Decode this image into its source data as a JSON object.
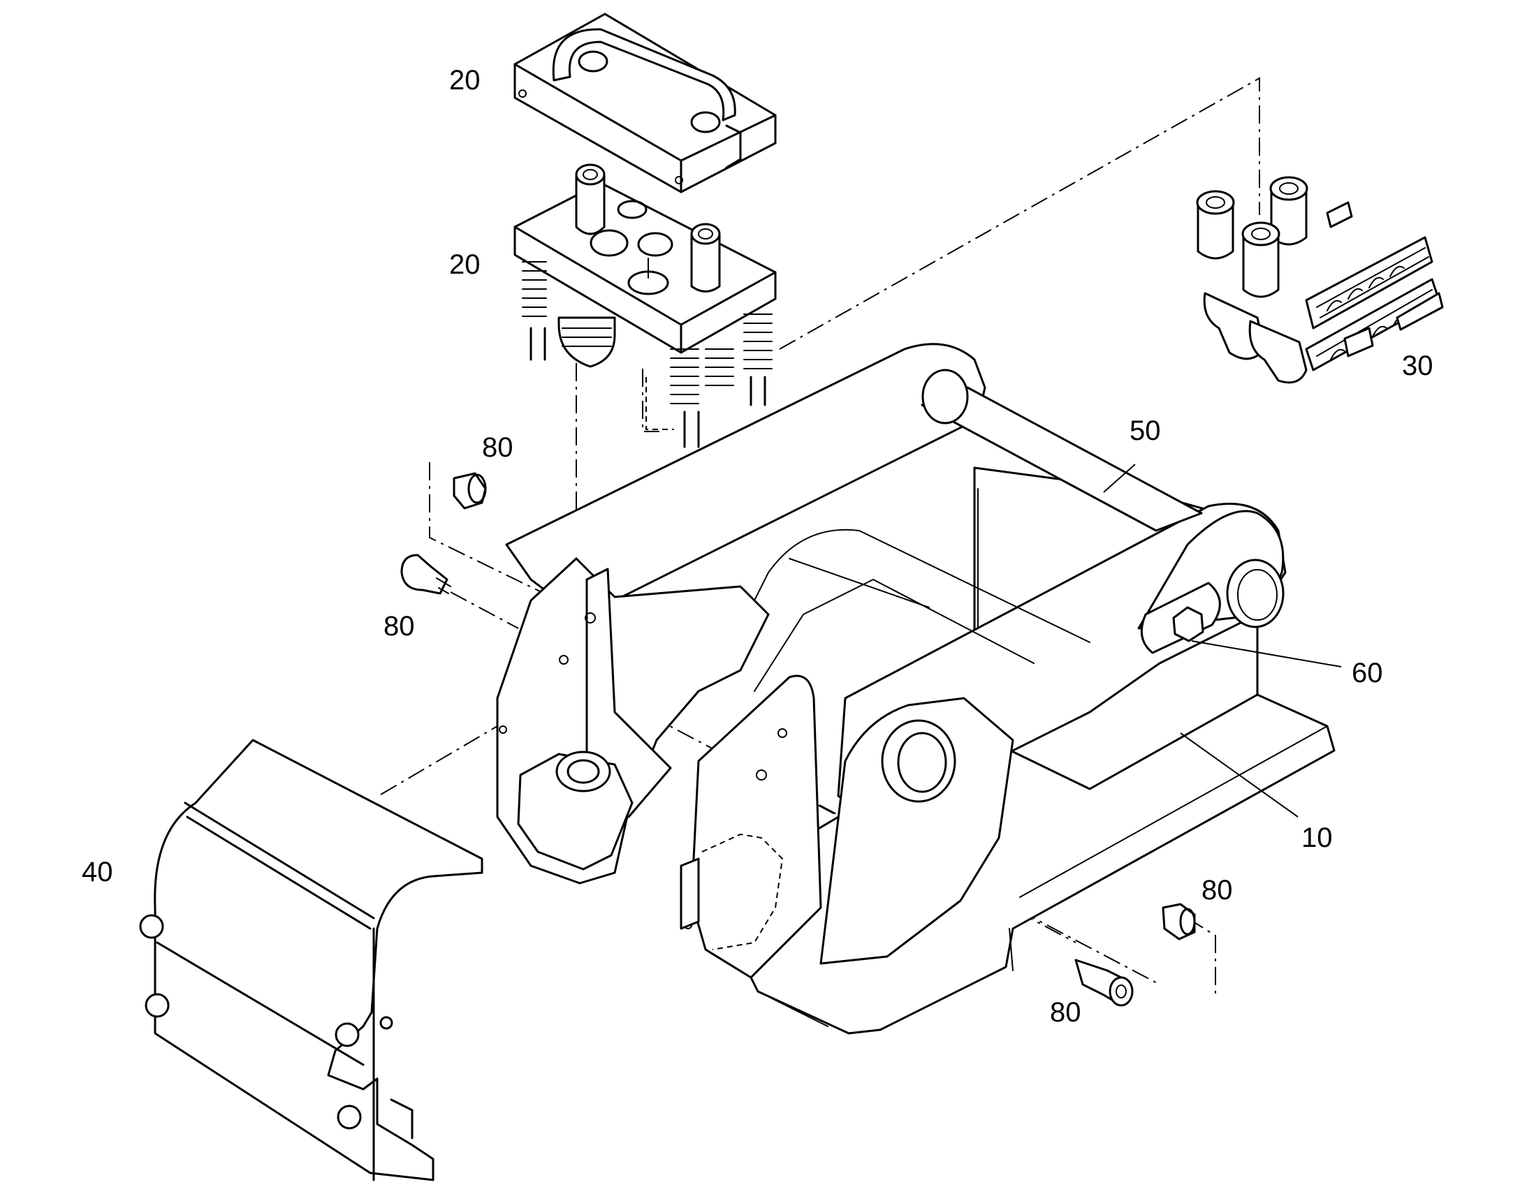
{
  "labels": {
    "l20_top": "20",
    "l20_mid": "20",
    "l30": "30",
    "l50": "50",
    "l80_a": "80",
    "l80_b": "80",
    "l60": "60",
    "l10": "10",
    "l40": "40",
    "l80_c": "80",
    "l80_d": "80"
  }
}
